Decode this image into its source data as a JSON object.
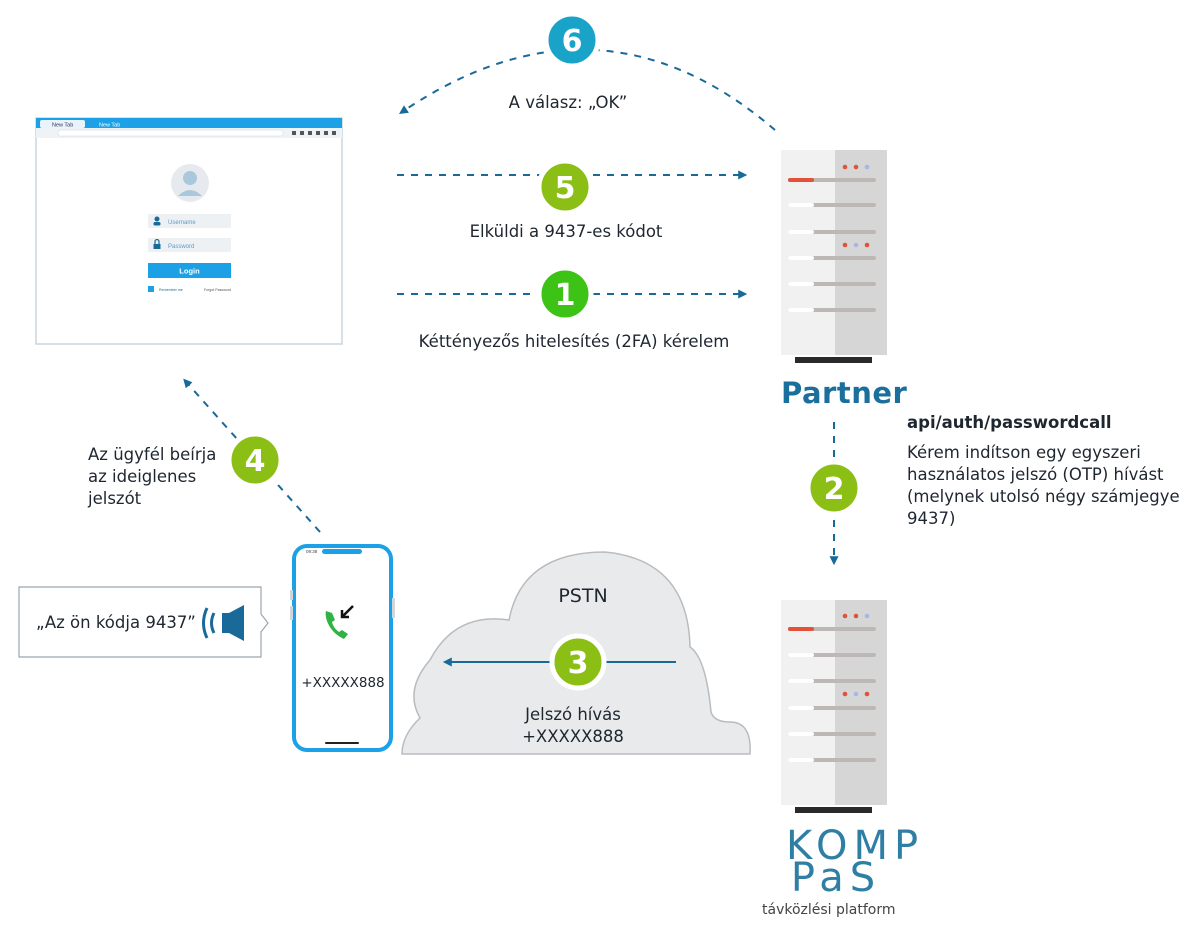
{
  "browser": {
    "tab1": "New Tab",
    "tab2": "New Tab",
    "username_placeholder": "Username",
    "password_placeholder": "Password",
    "login_button": "Login",
    "remember": "Remember me",
    "forgot": "Forgot Password"
  },
  "phone": {
    "time": "09:38",
    "number": "+XXXXX888"
  },
  "speech": "„Az ön kódja 9437”",
  "cloud_label": "PSTN",
  "steps": [
    {
      "num": "1",
      "color": "#3cc315",
      "text": "Kétténye­zős hitelesítés (2FA) kérelem"
    },
    {
      "num": "2",
      "color": "#8cbf15",
      "text": ""
    },
    {
      "num": "3",
      "color": "#8cbf15",
      "text": "Jelszó hívás",
      "text2": "+XXXXX888"
    },
    {
      "num": "4",
      "color": "#8cbf15",
      "lines": [
        "Az ügyfél beírja",
        "az ideiglenes",
        "jelszót"
      ]
    },
    {
      "num": "5",
      "color": "#8cbf15",
      "text": "Elküldi a 9437-es kódot"
    },
    {
      "num": "6",
      "color": "#1aa3c8",
      "text": "A válasz: „OK”"
    }
  ],
  "partner": {
    "name": "Partner",
    "endpoint": "api/auth/passwordcall",
    "description": [
      "Kérem indítson egy egyszeri",
      "használatos jelszó (OTP) hívást",
      "(melynek utolsó négy számjegye",
      "9437)"
    ]
  },
  "kompas": {
    "line1": "KOMP",
    "line2": "PaS",
    "tagline": "távközlési platform"
  },
  "colors": {
    "arrow": "#1a6a99",
    "phone_frame": "#1da1e6",
    "browser_accent": "#1da1e6",
    "step_green": "#3cc315",
    "step_lime": "#8cbf15",
    "step_blue": "#1aa3c8",
    "server_accent": "#e4513a"
  }
}
